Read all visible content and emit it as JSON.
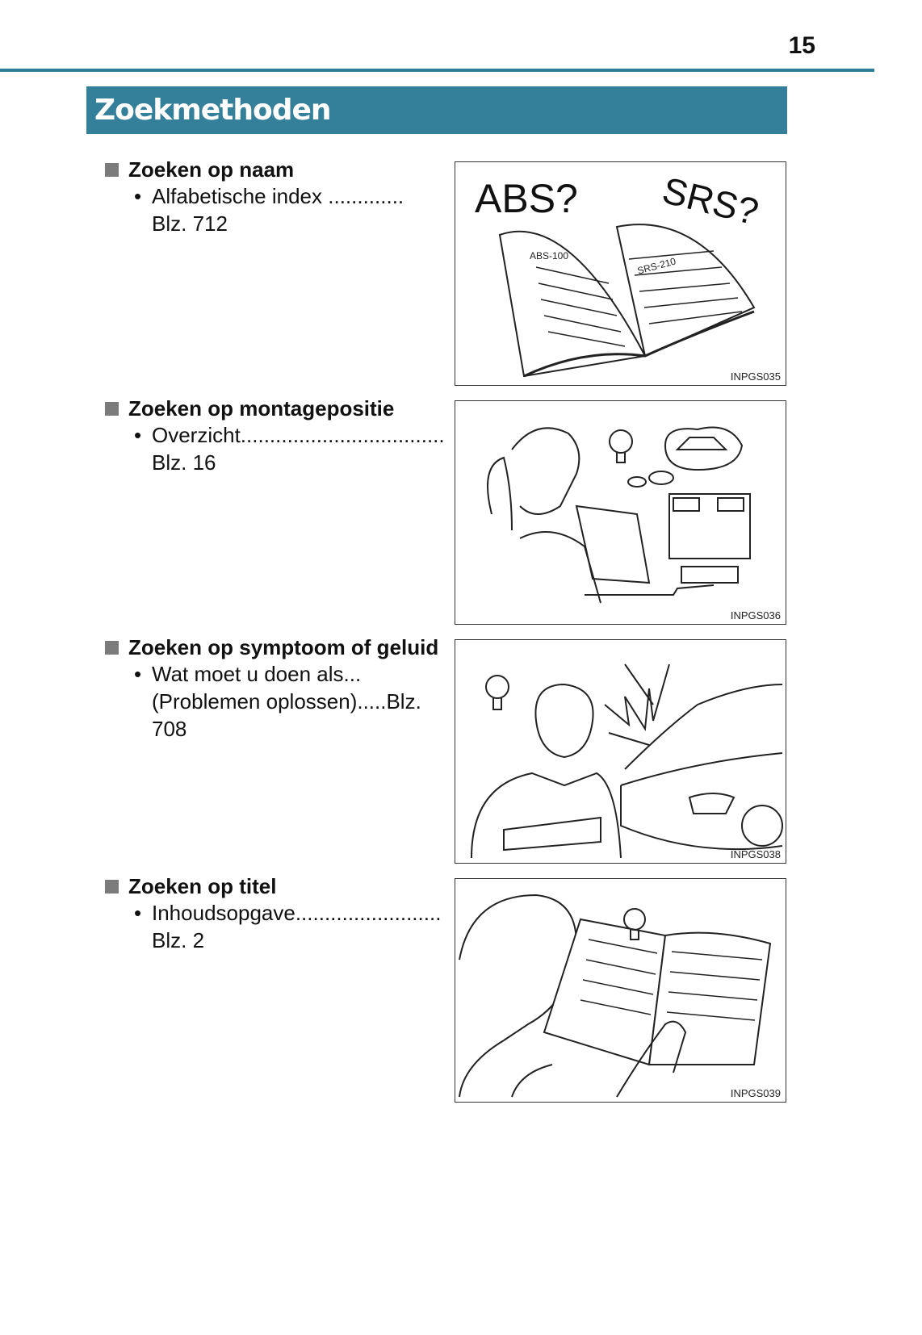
{
  "page_number": "15",
  "title": "Zoekmethoden",
  "sections": [
    {
      "heading": "Zoeken op naam",
      "items": [
        {
          "text": "Alfabetische index ............. Blz. 712"
        }
      ],
      "figure": {
        "code": "INPGS035",
        "lettering": [
          "ABS?",
          "SRS?",
          "ABS-100",
          "SRS-210"
        ]
      }
    },
    {
      "heading": "Zoeken op montagepositie",
      "items": [
        {
          "text": "Overzicht................................... Blz. 16"
        }
      ],
      "figure": {
        "code": "INPGS036"
      }
    },
    {
      "heading": "Zoeken op symptoom of geluid",
      "items": [
        {
          "text": "Wat moet u doen als...",
          "continuation": "(Problemen oplossen).....Blz. 708"
        }
      ],
      "figure": {
        "code": "INPGS038"
      }
    },
    {
      "heading": "Zoeken op titel",
      "items": [
        {
          "text": "Inhoudsopgave......................... Blz. 2"
        }
      ],
      "figure": {
        "code": "INPGS039"
      }
    }
  ],
  "bullet": "•",
  "colors": {
    "accent": "#34809a"
  }
}
